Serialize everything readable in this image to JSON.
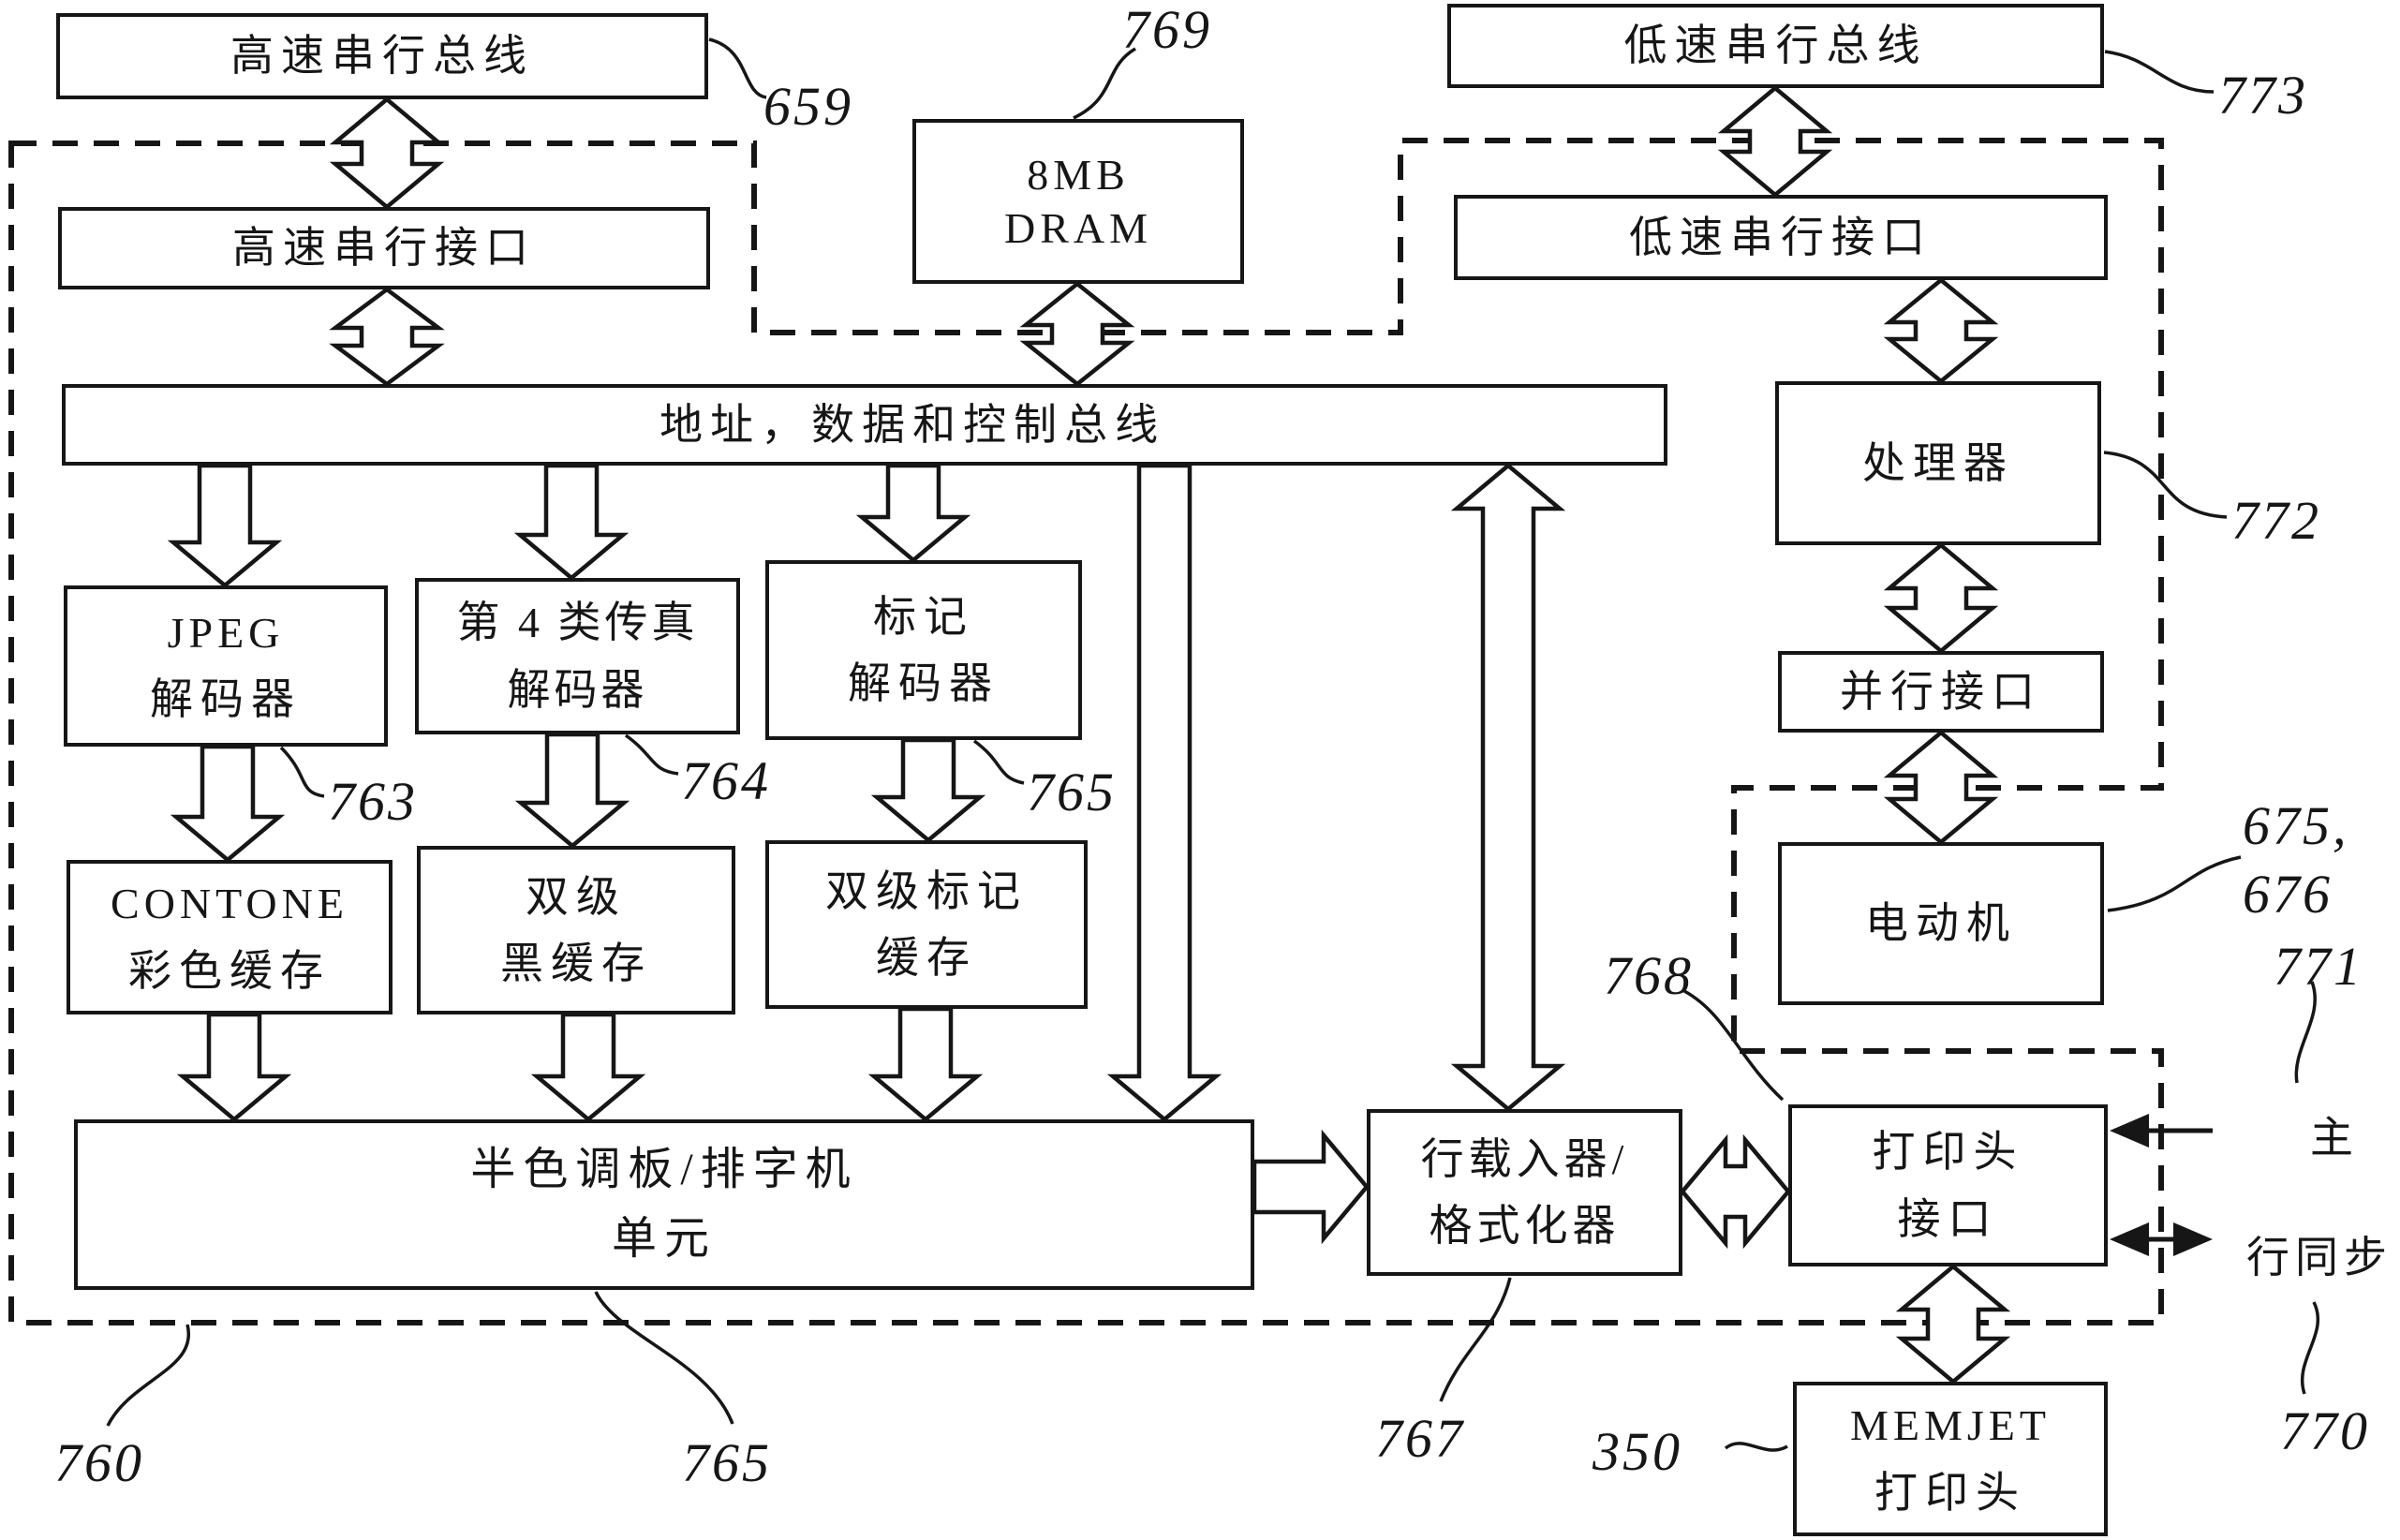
{
  "figure": {
    "ink_color": "#161616",
    "paper_color": "#ffffff"
  },
  "boxes": {
    "hs_serial_bus": "高速串行总线",
    "hs_serial_if": "高速串行接口",
    "dram": {
      "l1": "8MB",
      "l2": "DRAM"
    },
    "ls_serial_bus": "低速串行总线",
    "ls_serial_if": "低速串行接口",
    "addr_bus": "地址，数据和控制总线",
    "jpeg_decoder": {
      "l1": "JPEG",
      "l2": "解码器"
    },
    "fax_decoder": {
      "l1": "第 4 类传真",
      "l2": "解码器"
    },
    "tag_decoder": {
      "l1": "标记",
      "l2": "解码器"
    },
    "contone_buffer": {
      "l1": "CONTONE",
      "l2": "彩色缓存"
    },
    "bilevel_black_buffer": {
      "l1": "双级",
      "l2": "黑缓存"
    },
    "bilevel_tag_buffer": {
      "l1": "双级标记",
      "l2": "缓存"
    },
    "halftoner": {
      "l1": "半色调板/排字机",
      "l2": "单元"
    },
    "line_loader": {
      "l1": "行载入器/",
      "l2": "格式化器"
    },
    "processor": "处理器",
    "parallel_if": "并行接口",
    "motor": "电动机",
    "printhead_if": {
      "l1": "打印头",
      "l2": "接口"
    },
    "memjet_printhead": {
      "l1": "MEMJET",
      "l2": "打印头"
    }
  },
  "refs": {
    "hs_serial_bus": "659",
    "dram": "769",
    "ls_serial_bus": "773",
    "processor": "772",
    "jpeg_decoder": "763",
    "fax_decoder": "764",
    "tag_decoder": "765",
    "motor_l1": "675,",
    "motor_l2": "676",
    "dashed_board": "771",
    "printhead_if": "768",
    "controller_chip": "760",
    "halftoner": "765",
    "line_loader": "767",
    "memjet_printhead": "350",
    "printhead_bus": "770"
  },
  "signals": {
    "master": "主",
    "line_sync": "行同步"
  }
}
